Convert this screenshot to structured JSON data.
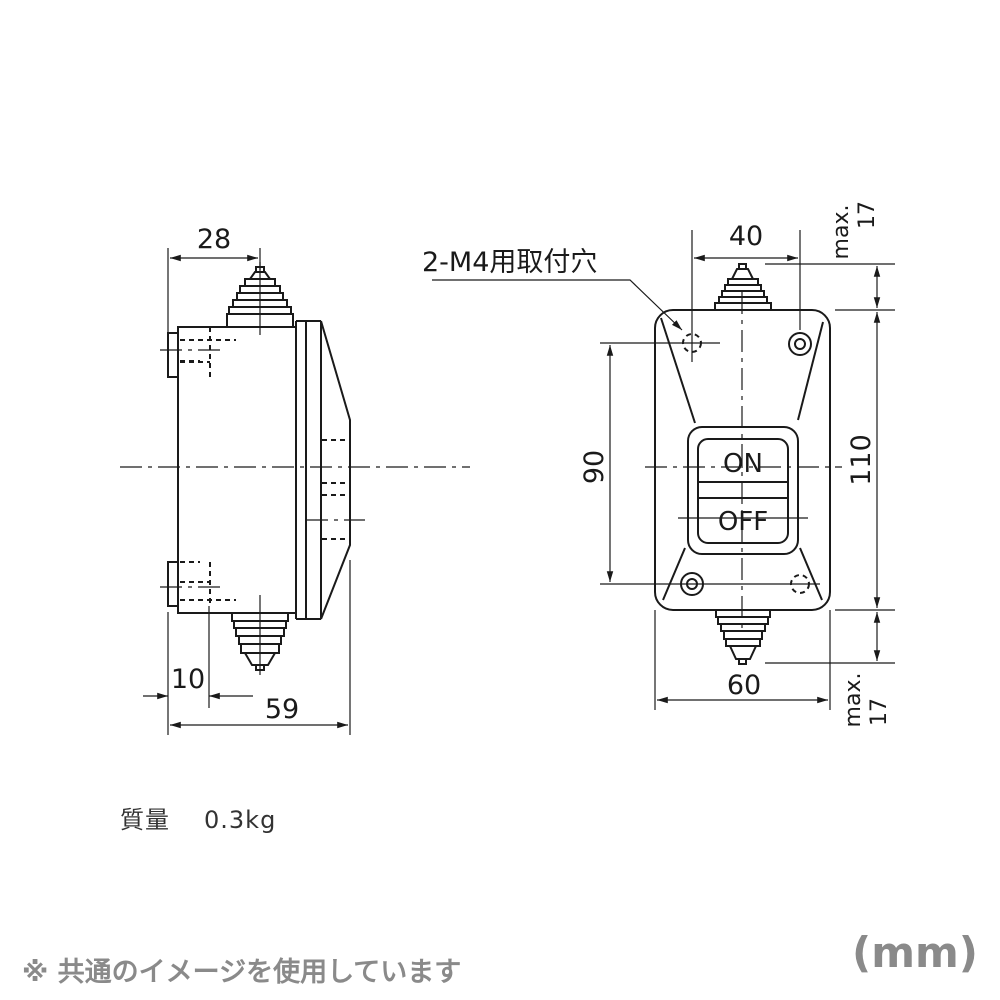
{
  "side_view": {
    "dim_top_width": "28",
    "dim_mount_offset": "10",
    "dim_overall_depth": "59"
  },
  "front_view": {
    "mount_hole_label": "2-M4用取付穴",
    "dim_hole_spacing_width": "40",
    "dim_hole_spacing_height": "90",
    "dim_body_width": "60",
    "dim_body_height": "110",
    "dim_top_protrusion": "max.\n17",
    "dim_top_protrusion_line1": "max.",
    "dim_top_protrusion_line2": "17",
    "dim_bottom_protrusion_line1": "max.",
    "dim_bottom_protrusion_line2": "17",
    "switch_on_label": "ON",
    "switch_off_label": "OFF"
  },
  "specs": {
    "mass_label": "質量",
    "mass_value": "0.3kg"
  },
  "footer": {
    "note": "※ 共通のイメージを使用しています",
    "unit": "(mm)"
  },
  "colors": {
    "line": "#1a1a1a",
    "footer_text": "#8a8a8a",
    "background": "#ffffff"
  }
}
